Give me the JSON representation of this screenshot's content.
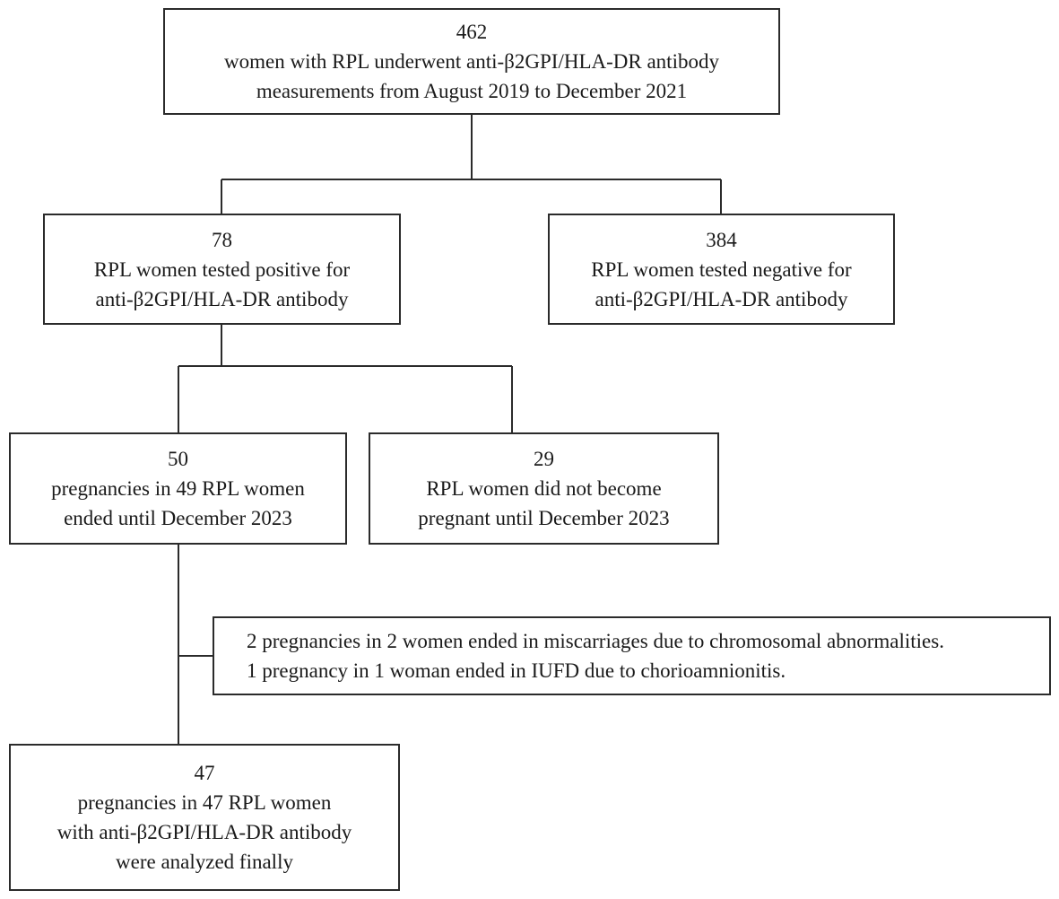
{
  "flowchart": {
    "top": {
      "count": "462",
      "line1": "women with RPL underwent anti-β2GPI/HLA-DR antibody",
      "line2": "measurements from August 2019 to December 2021"
    },
    "positive": {
      "count": "78",
      "line1": "RPL women tested positive for",
      "line2": "anti-β2GPI/HLA-DR antibody"
    },
    "negative": {
      "count": "384",
      "line1": "RPL women tested negative for",
      "line2": "anti-β2GPI/HLA-DR antibody"
    },
    "pregnant": {
      "count": "50",
      "line1": "pregnancies in 49 RPL women",
      "line2": "ended until December 2023"
    },
    "not_pregnant": {
      "count": "29",
      "line1": "RPL women did not become",
      "line2": "pregnant until December 2023"
    },
    "excluded": {
      "line1": "2 pregnancies in 2 women ended in miscarriages due to chromosomal abnormalities.",
      "line2": "1 pregnancy in 1 woman ended in IUFD due to chorioamnionitis."
    },
    "final": {
      "count": "47",
      "line1": "pregnancies in 47 RPL women",
      "line2": "with anti-β2GPI/HLA-DR antibody",
      "line3": "were analyzed finally"
    }
  }
}
